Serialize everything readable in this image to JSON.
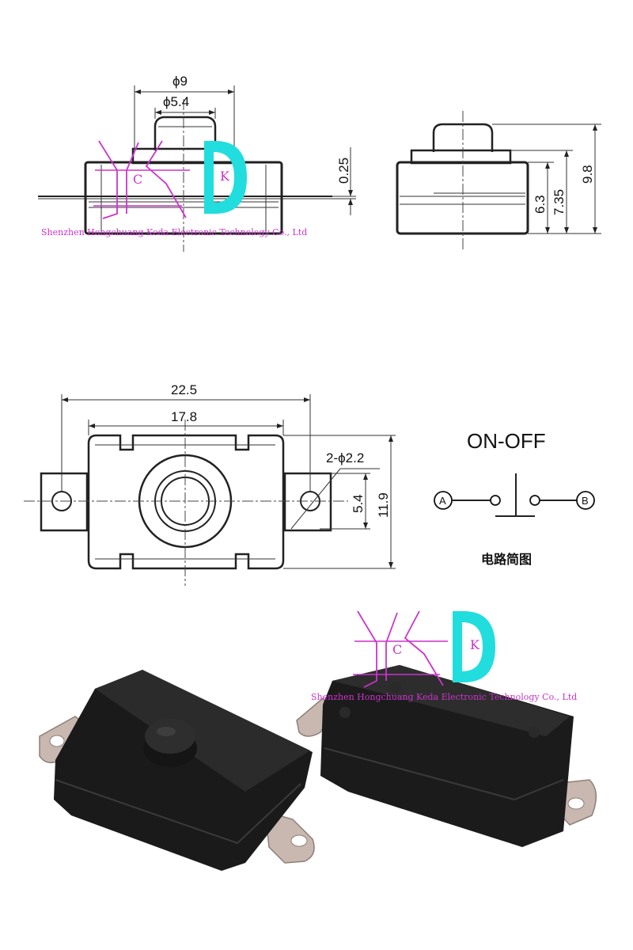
{
  "colors": {
    "watermark_magenta": "#cc33cc",
    "watermark_cyan": "#22dddd",
    "drawing_ink": "#222222",
    "switch_body": "#1a1a1a",
    "terminal_metal": "#c8b8b0"
  },
  "watermark": {
    "company": "Shenzhen Hongchuang Keda Electronic Technology Co., Ltd",
    "logo_letters": [
      "H",
      "C",
      "D",
      "K"
    ]
  },
  "front_view": {
    "dim_outer_cap": "ϕ9",
    "dim_inner_cap": "ϕ5.4",
    "dim_terminal_thickness": "0.25"
  },
  "side_view": {
    "dim_body_height": "6.3",
    "dim_cap_height": "7.35",
    "dim_total_height": "9.8"
  },
  "top_view": {
    "dim_total_length": "22.5",
    "dim_body_length": "17.8",
    "dim_hole": "2-ϕ2.2",
    "dim_hole_spacing": "5.4",
    "dim_body_width": "11.9"
  },
  "circuit": {
    "title": "ON-OFF",
    "terminal_a": "A",
    "terminal_b": "B",
    "caption": "电路简图"
  }
}
